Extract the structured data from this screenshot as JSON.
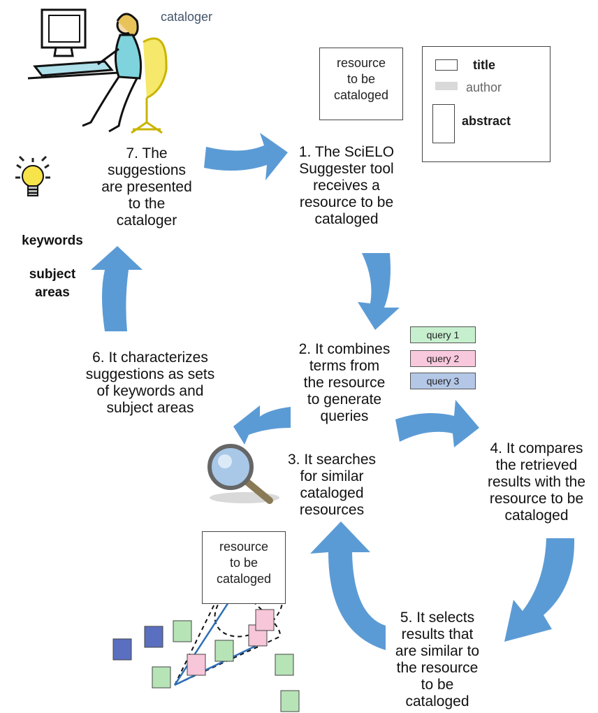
{
  "cataloger_label": "cataloger",
  "resource_doc_top": [
    "resource",
    "to be",
    "cataloged"
  ],
  "legend": {
    "title": "title",
    "author": "author",
    "abstract": "abstract"
  },
  "steps": {
    "s1": [
      "1. The SciELO",
      "Suggester tool",
      "receives a",
      "resource to be",
      "cataloged"
    ],
    "s2": [
      "2. It combines",
      "terms  from",
      "the resource",
      "to generate",
      "queries"
    ],
    "s3": [
      "3. It searches",
      "for similar",
      "cataloged",
      "resources"
    ],
    "s4": [
      "4. It compares",
      "the retrieved",
      "results with the",
      "resource to be",
      "cataloged"
    ],
    "s5": [
      "5. It selects",
      "results that",
      "are similar to",
      "the resource",
      "to be",
      "cataloged"
    ],
    "s6": [
      "6. It characterizes",
      "suggestions as sets",
      "of keywords and",
      "subject areas"
    ],
    "s7": [
      "7. The",
      "suggestions",
      "are presented",
      "to the",
      "cataloger"
    ]
  },
  "queries": [
    "query 1",
    "query 2",
    "query 3"
  ],
  "keywords_label": "keywords",
  "subject_areas_label": [
    "subject",
    "areas"
  ],
  "resource_doc_bottom": [
    "resource",
    "to be",
    "cataloged"
  ],
  "colors": {
    "arrow": "#5b9bd5",
    "query1": "#c6efce",
    "query2": "#f8c8dc",
    "query3": "#b4c7e7",
    "note_green": "#b7e4b7",
    "note_pink": "#f7c6d9",
    "note_blue": "#5a6fbf"
  }
}
